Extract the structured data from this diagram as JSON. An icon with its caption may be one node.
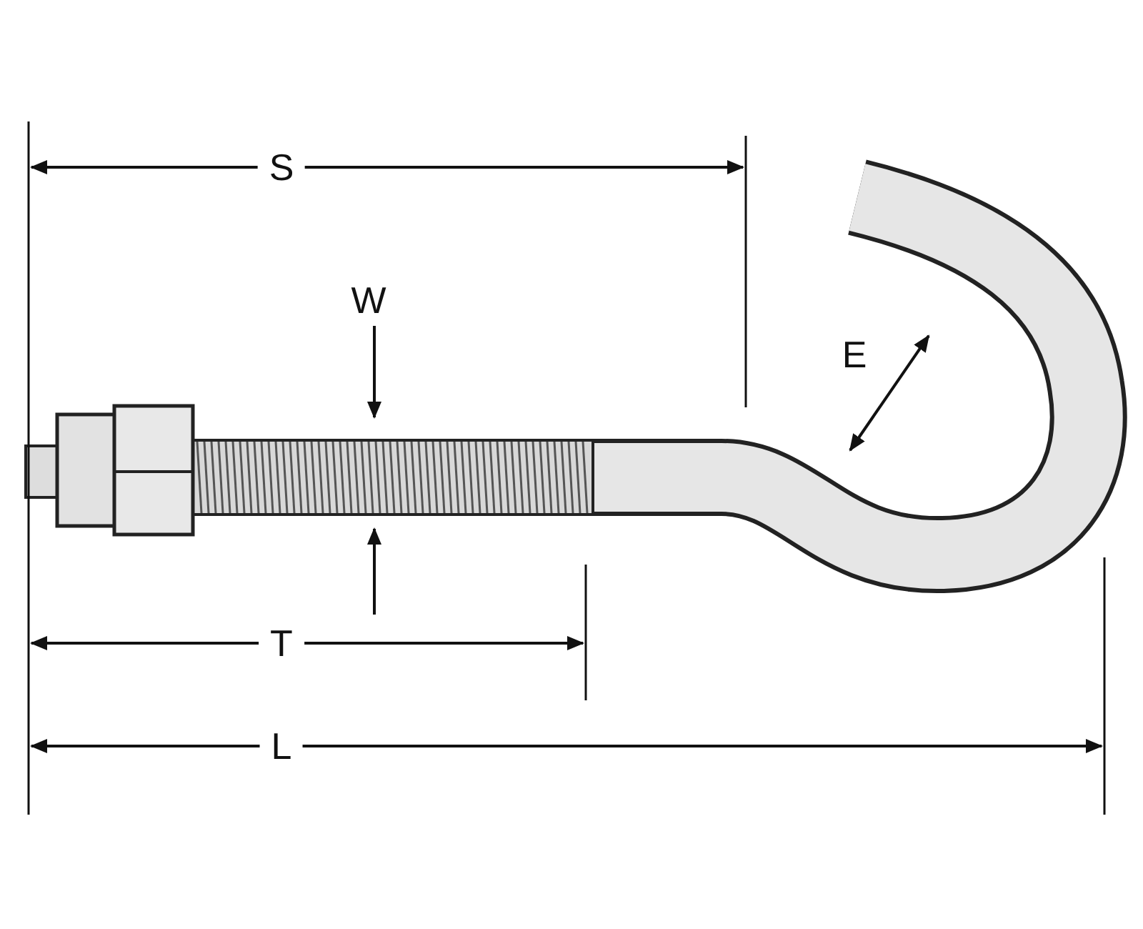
{
  "diagram": {
    "labels": [
      "S",
      "W",
      "E",
      "T",
      "L"
    ]
  }
}
